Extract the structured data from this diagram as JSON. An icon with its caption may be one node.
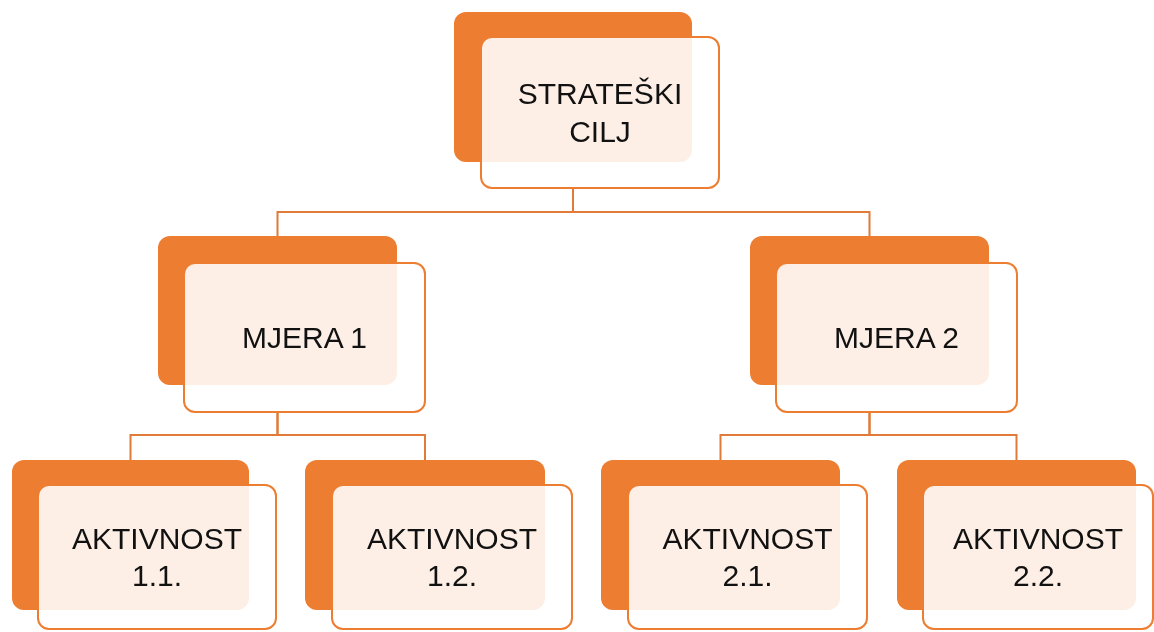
{
  "diagram": {
    "nodes": [
      {
        "text": [
          "STRATEŠKI CILJ"
        ]
      },
      {
        "text": [
          "MJERA 1"
        ]
      },
      {
        "text": [
          "MJERA 2"
        ]
      },
      {
        "text": [
          "AKTIVNOST 1.1."
        ]
      },
      {
        "text": [
          "AKTIVNOST 1.2."
        ]
      },
      {
        "text": [
          "AKTIVNOST 2.1."
        ]
      },
      {
        "text": [
          "AKTIVNOST 2.2."
        ]
      }
    ],
    "edges": [
      {
        "from": 0,
        "to": 1,
        "arrow": "none"
      },
      {
        "from": 0,
        "to": 2,
        "arrow": "none"
      },
      {
        "from": 1,
        "to": 3,
        "arrow": "none"
      },
      {
        "from": 1,
        "to": 4,
        "arrow": "none"
      },
      {
        "from": 2,
        "to": 5,
        "arrow": "none"
      },
      {
        "from": 2,
        "to": 6,
        "arrow": "none"
      }
    ]
  }
}
